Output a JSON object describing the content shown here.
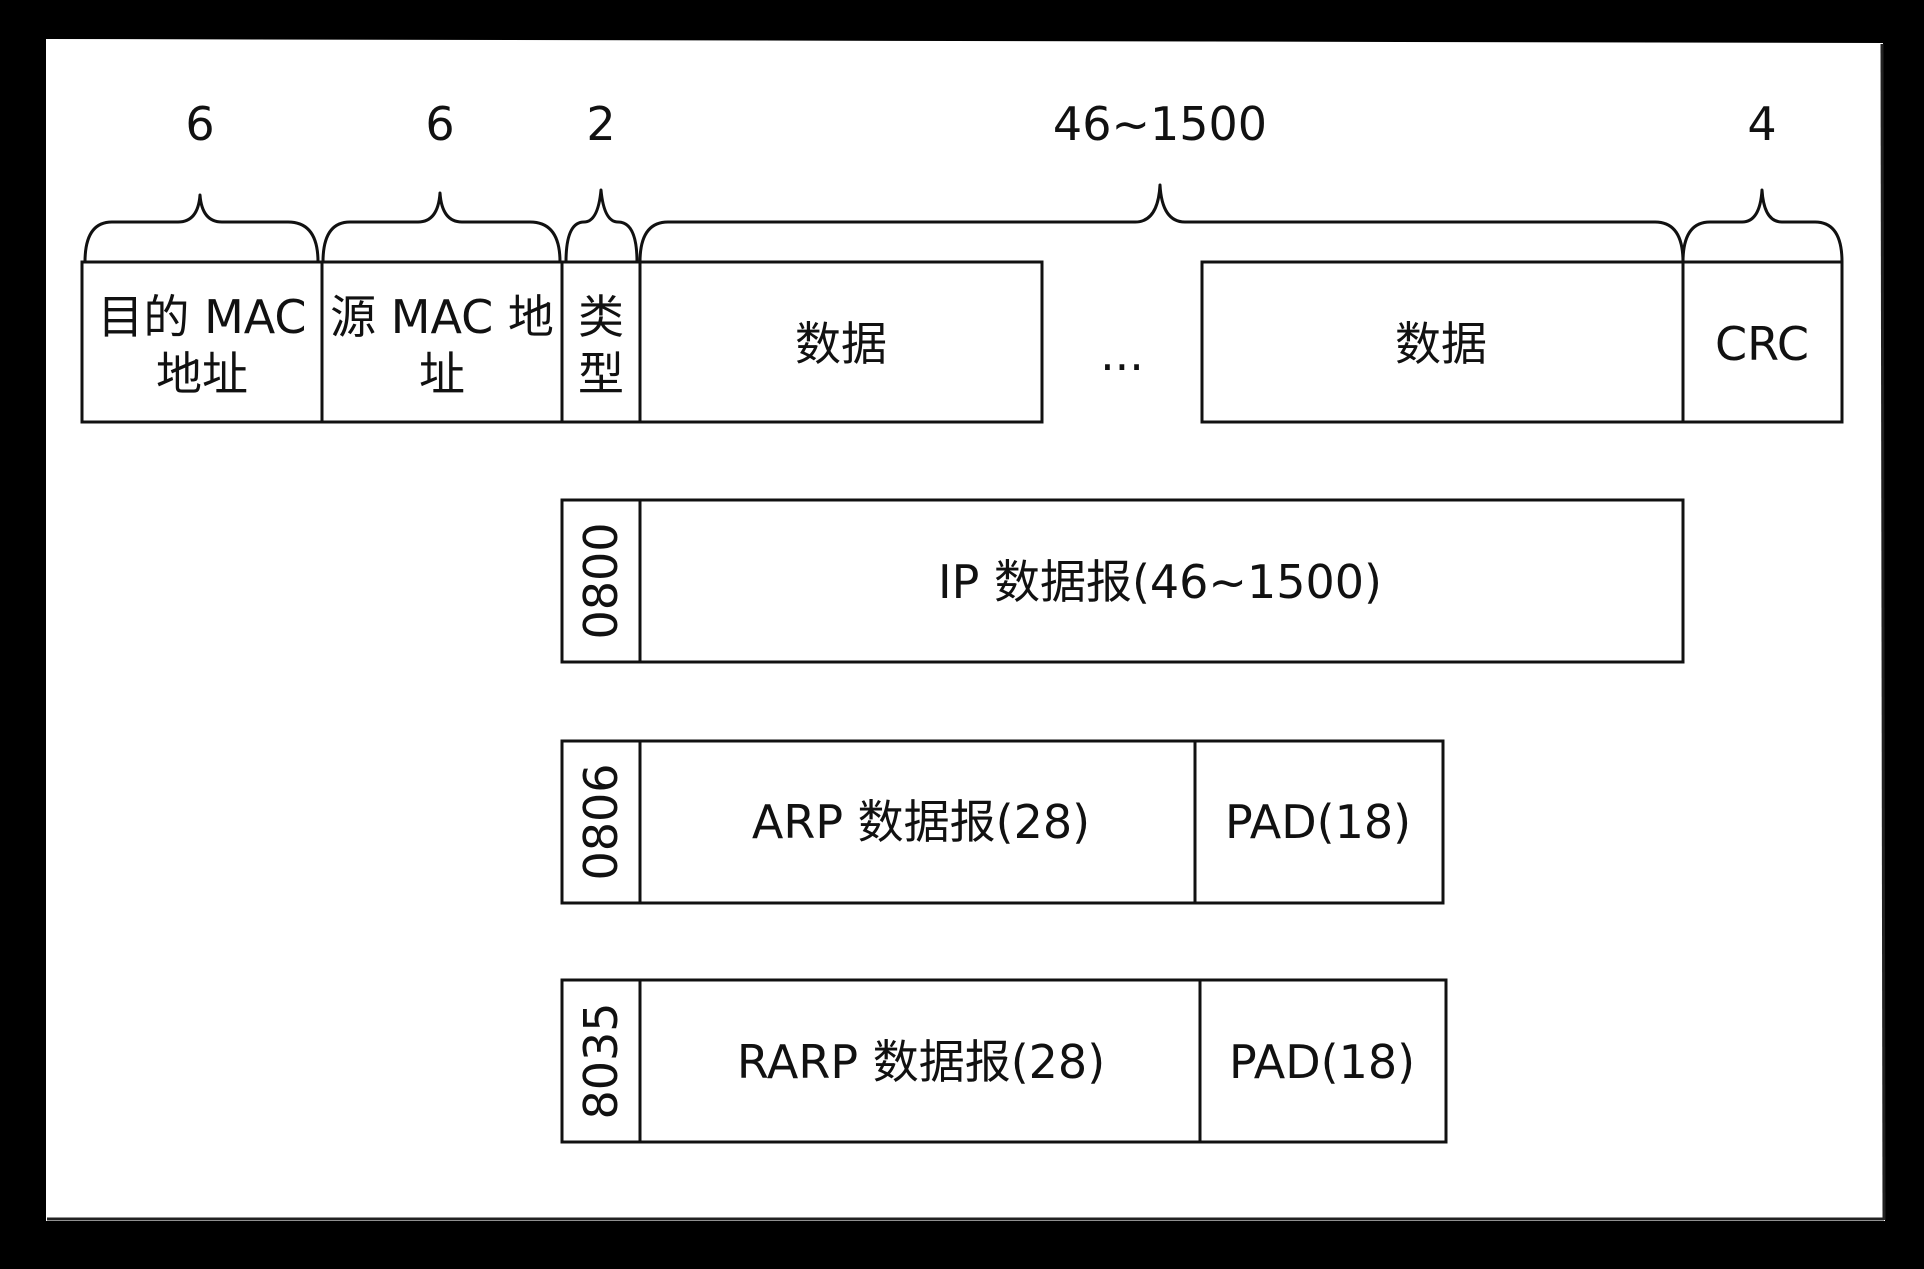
{
  "sizes": {
    "dst": "6",
    "src": "6",
    "type": "2",
    "data": "46~1500",
    "crc": "4"
  },
  "frame": {
    "dst_mac_line1": "目的 MAC",
    "dst_mac_line2": "地址",
    "src_mac_line1": "源 MAC 地",
    "src_mac_line2": "址",
    "type_line1": "类",
    "type_line2": "型",
    "data_left": "数据",
    "ellipsis": "...",
    "data_right": "数据",
    "crc": "CRC"
  },
  "payloads": {
    "ip": {
      "type_code": "0800",
      "label": "IP 数据报(46~1500)"
    },
    "arp": {
      "type_code": "0806",
      "label": "ARP 数据报(28)",
      "pad": "PAD(18)"
    },
    "rarp": {
      "type_code": "8035",
      "label": "RARP 数据报(28)",
      "pad": "PAD(18)"
    }
  },
  "colors": {
    "frame_bg": "#000000",
    "canvas": "#ffffff",
    "ink": "#111111"
  }
}
